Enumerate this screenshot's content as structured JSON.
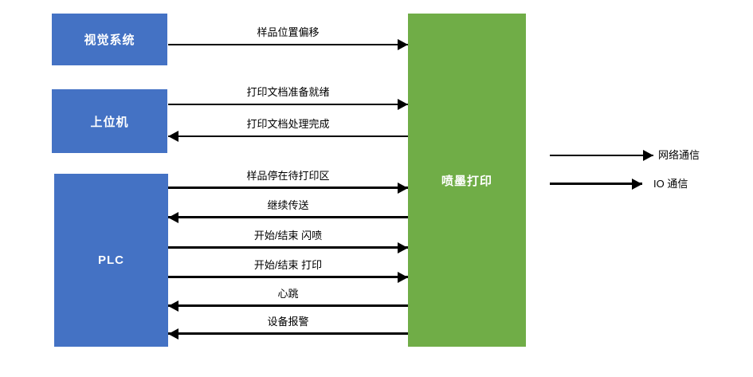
{
  "diagram": {
    "boxes": {
      "vision": {
        "label": "视觉系统"
      },
      "host": {
        "label": "上位机"
      },
      "plc": {
        "label": "PLC"
      },
      "printer": {
        "label": "喷墨打印"
      }
    },
    "arrows": [
      {
        "label": "样品位置偏移",
        "direction": "right",
        "type": "network",
        "from": "vision",
        "to": "printer"
      },
      {
        "label": "打印文档准备就绪",
        "direction": "right",
        "type": "network",
        "from": "host",
        "to": "printer"
      },
      {
        "label": "打印文档处理完成",
        "direction": "left",
        "type": "network",
        "from": "printer",
        "to": "host"
      },
      {
        "label": "样品停在待打印区",
        "direction": "right",
        "type": "io",
        "from": "plc",
        "to": "printer"
      },
      {
        "label": "继续传送",
        "direction": "left",
        "type": "io",
        "from": "printer",
        "to": "plc"
      },
      {
        "label": "开始/结束  闪喷",
        "direction": "right",
        "type": "io",
        "from": "plc",
        "to": "printer"
      },
      {
        "label": "开始/结束  打印",
        "direction": "right",
        "type": "io",
        "from": "plc",
        "to": "printer"
      },
      {
        "label": "心跳",
        "direction": "left",
        "type": "io",
        "from": "printer",
        "to": "plc"
      },
      {
        "label": "设备报警",
        "direction": "left",
        "type": "io",
        "from": "printer",
        "to": "plc"
      }
    ],
    "legend": [
      {
        "label": "网络通信",
        "type": "network"
      },
      {
        "label": "IO 通信",
        "type": "io"
      }
    ],
    "colors": {
      "box_blue": "#4472C4",
      "box_green": "#70AD47",
      "arrow": "#000000"
    }
  }
}
